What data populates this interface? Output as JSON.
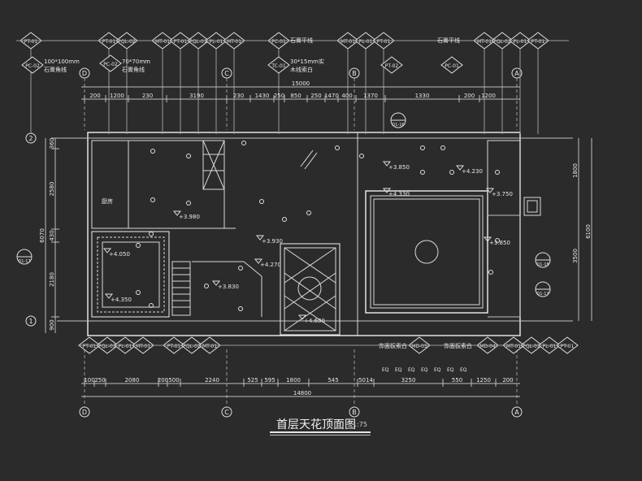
{
  "drawing": {
    "title": "首层天花顶面图",
    "scale": "1:75"
  },
  "grid_axes": {
    "top": [
      "D",
      "C",
      "B",
      "A"
    ],
    "bottom": [
      "D",
      "C",
      "B",
      "A"
    ],
    "left": [
      "2",
      "1"
    ]
  },
  "tags_top": [
    [
      "PT-01"
    ],
    [
      "PT-01",
      "PQL-02"
    ],
    [
      "MT-01"
    ],
    [
      "PT-01",
      "PQL-01",
      "PL-01",
      "MT-01"
    ],
    [
      "PC-01"
    ],
    [
      "MT-01",
      "PL-01",
      "PT-01"
    ],
    [
      "MT-01",
      "PQL-02",
      "PL-01",
      "PT-01"
    ]
  ],
  "tags_bottom": [
    [
      "PT-01",
      "PQL-01",
      "PL-01",
      "MT-01"
    ],
    [
      "PT-01",
      "PQL-02",
      "MT-01"
    ],
    [
      "MD-05"
    ],
    [
      "MD-04"
    ],
    [
      "MT-01",
      "PQL-01",
      "PL-01",
      "PT-01"
    ]
  ],
  "notes": {
    "pc02_a": "PC-02",
    "pc02_a_size": "100*100mm",
    "pc02_a_desc": "石膏角线",
    "pc02_b": "PC-02",
    "pc02_b_size": "70*70mm",
    "pc02_b_desc": "石膏角线",
    "tc01": "TC-01",
    "tc01_size": "30*15mm实",
    "tc01_desc": "木线索白",
    "pc01_top": "石膏平线",
    "pt02": "PT-02",
    "right_note": "石膏平线",
    "pc01_right": "PC-01",
    "bottom_note_1": "饰面板索白",
    "bottom_note_2": "饰面板索白",
    "room_label": "厨房"
  },
  "dims_top": {
    "total": "15000",
    "segments": [
      "200",
      "1200",
      "230",
      "3190",
      "230",
      "1430",
      "250",
      "850",
      "250",
      "1470",
      "400",
      "1370",
      "1330",
      "200",
      "1200"
    ]
  },
  "dims_bottom": {
    "total": "14800",
    "segments": [
      "100",
      "250",
      "2080",
      "200",
      "500",
      "2240",
      "525",
      "595",
      "1800",
      "545",
      "5014",
      "3250",
      "550",
      "1250",
      "200"
    ]
  },
  "dims_left": {
    "total": "6070",
    "segments": [
      "360",
      "2580",
      "430",
      "2180",
      "900"
    ]
  },
  "dims_right": {
    "total": "6100",
    "segments": [
      "1800",
      "3500"
    ]
  },
  "levels": [
    "+3.850",
    "+4.330",
    "+4.230",
    "+3.750",
    "+3.980",
    "+3.930",
    "+4.050",
    "+4.350",
    "+3.830",
    "+4.270",
    "+3.850",
    "+4.600"
  ],
  "detail_refs": [
    "D1-16",
    "D1-17",
    "D1-18",
    "D1-17"
  ],
  "eq_labels": [
    "EQ",
    "EQ",
    "EQ",
    "EQ",
    "EQ",
    "EQ",
    "EQ"
  ]
}
